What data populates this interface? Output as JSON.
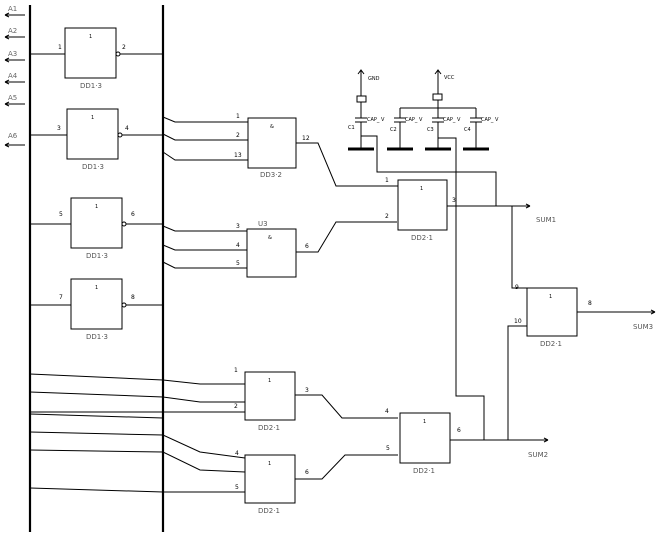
{
  "ports": [
    "A1",
    "A2",
    "A3",
    "A4",
    "A5",
    "A6"
  ],
  "gates": {
    "inv1": {
      "sym": "1",
      "pin_in": "1",
      "pin_out": "2",
      "ref": "DD1·3"
    },
    "inv2": {
      "sym": "1",
      "pin_in": "3",
      "pin_out": "4",
      "ref": "DD1·3"
    },
    "inv3": {
      "sym": "1",
      "pin_in": "5",
      "pin_out": "6",
      "ref": "DD1·3"
    },
    "inv4": {
      "sym": "1",
      "pin_in": "7",
      "pin_out": "8",
      "ref": "DD1·3"
    },
    "and_a": {
      "sym": "&",
      "pins_in": [
        "1",
        "2",
        "13"
      ],
      "pin_out": "12",
      "ref": "DD3·2"
    },
    "and_b": {
      "sym": "&",
      "pins_in": [
        "3",
        "4",
        "5"
      ],
      "pin_out": "6",
      "ref": "U3"
    },
    "or_a": {
      "sym": "1",
      "pins_in": [
        "1",
        "2"
      ],
      "pin_out": "3",
      "ref": "DD2·1"
    },
    "or_b": {
      "sym": "1",
      "pins_in": [
        "1",
        "2"
      ],
      "pin_out": "3",
      "ref": "DD2·1"
    },
    "or_c": {
      "sym": "1",
      "pins_in": [
        "4",
        "5"
      ],
      "pin_out": "6",
      "ref": "DD2·1"
    },
    "or_d": {
      "sym": "1",
      "pins_in": [
        "4",
        "5"
      ],
      "pin_out": "6",
      "ref": "DD2·1"
    },
    "or_e": {
      "sym": "1",
      "pins_in": [
        "9",
        "10"
      ],
      "pin_out": "8",
      "ref": "DD2·1"
    }
  },
  "power": {
    "gnd": "GND",
    "vcc": "VCC"
  },
  "caps": [
    {
      "ref": "C1",
      "value": "CAP_ V"
    },
    {
      "ref": "C2",
      "value": "CAP_ V"
    },
    {
      "ref": "C3",
      "value": "CAP_ V"
    },
    {
      "ref": "C4",
      "value": "CAP_ V"
    }
  ],
  "nets": {
    "sum1": "SUM1",
    "sum2": "SUM2",
    "sum3": "SUM3"
  }
}
